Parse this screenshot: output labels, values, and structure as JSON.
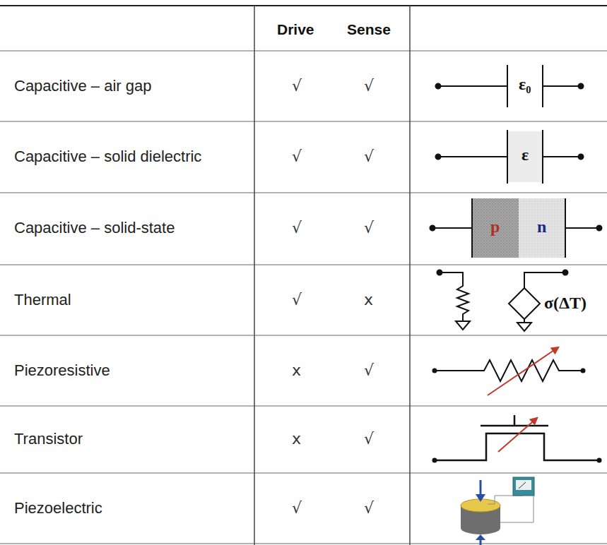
{
  "diagram": {
    "labels": [
      "Drive",
      "Sense",
      "Capacitive – air gap",
      "√",
      "√",
      "ε₀",
      "Capacitive – solid dielectric",
      "√",
      "√",
      "ε",
      "Capacitive – solid-state",
      "√",
      "√",
      "p",
      "n",
      "Thermal",
      "√",
      "x",
      "σ(ΔT)",
      "Piezoresistive",
      "x",
      "√",
      "Transistor",
      "x",
      "√",
      "Piezoelectric",
      "√",
      "√"
    ]
  }
}
